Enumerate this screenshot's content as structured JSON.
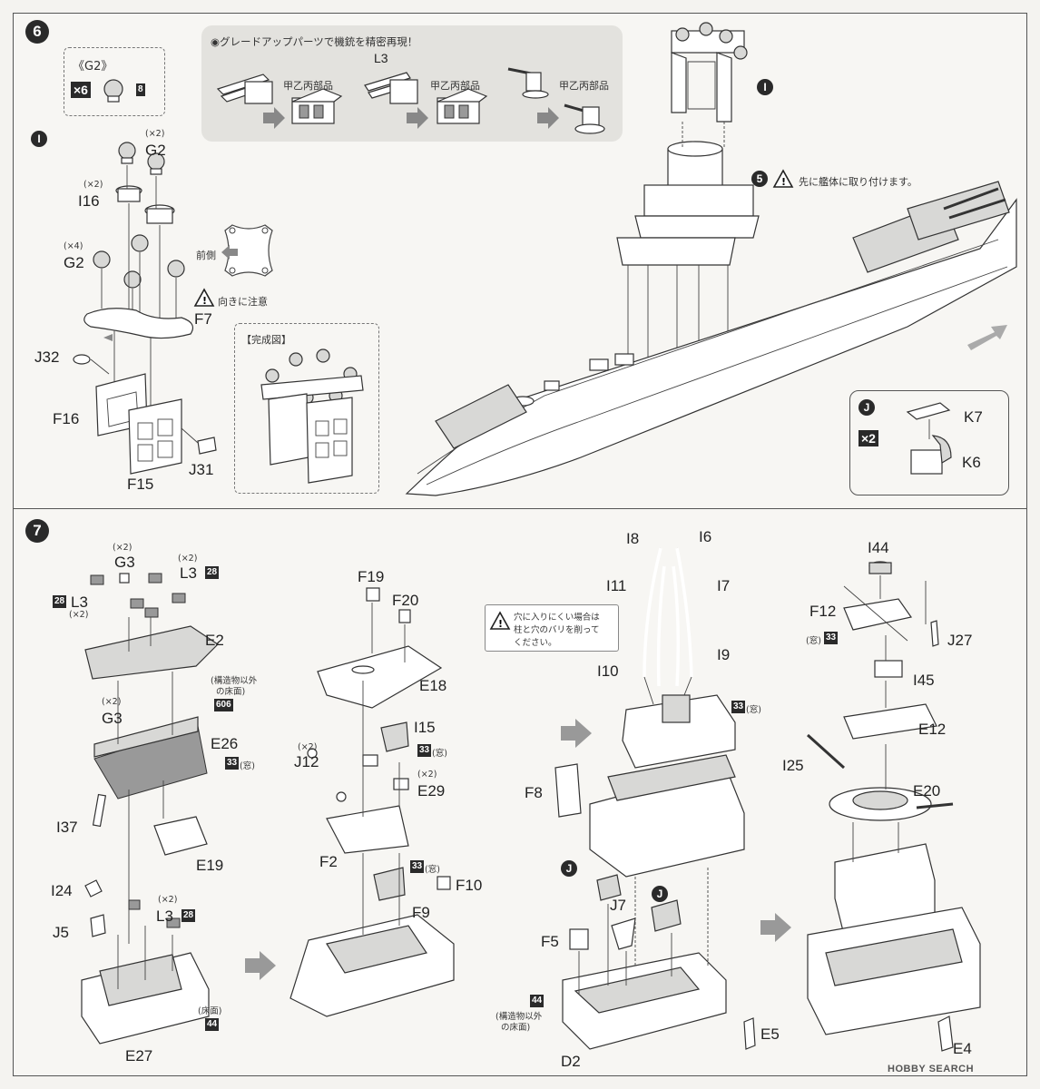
{
  "step6": {
    "number": "6",
    "g2_box": {
      "title": "《G2》",
      "multiplier": "×6",
      "ref": "8"
    },
    "grade_up": {
      "note": "◉グレードアップパーツで機銃を精密再現！",
      "l3_label": "L3",
      "parts_label": "甲乙丙部品"
    },
    "sub_i": "I",
    "labels": {
      "g2_top_qty": "(×2)",
      "g2_top": "G2",
      "i16_qty": "(×2)",
      "i16": "I16",
      "g2_left_qty": "(×4)",
      "g2_left": "G2",
      "f7": "F7",
      "j32": "J32",
      "f16": "F16",
      "f15": "F15",
      "j31": "J31"
    },
    "front_label": "前側",
    "orientation_note": "向きに注意",
    "complete_title": "【完成図】",
    "mast_circle": "I",
    "attach_step": "5",
    "attach_note": "先に艦体に取り付けます。",
    "kbox": {
      "circle": "J",
      "multiplier": "×2",
      "k7": "K7",
      "k6": "K6"
    }
  },
  "step7": {
    "number": "7",
    "col1": {
      "g3_qty": "(×2)",
      "g3": "G3",
      "l3r_qty": "(×2)",
      "l3r": "L3",
      "ref28a": "28",
      "ref28b": "28",
      "l3l": "L3",
      "l3l_qty": "(×2)",
      "e2": "E2",
      "deck_note_1": "(構造物以外",
      "deck_note_2": "の床面)",
      "ref606": "606",
      "g3b_qty": "(×2)",
      "g3b": "G3",
      "e26": "E26",
      "ref33": "33",
      "window": "(窓)",
      "i37": "I37",
      "e19": "E19",
      "i24": "I24",
      "l3c_qty": "(×2)",
      "l3c": "L3",
      "ref28c": "28",
      "j5": "J5",
      "floor_note": "(床面)",
      "ref44": "44",
      "e27": "E27"
    },
    "col2": {
      "f19": "F19",
      "f20": "F20",
      "e18": "E18",
      "i15": "I15",
      "ref33": "33",
      "window": "(窓)",
      "j12_qty": "(×2)",
      "j12": "J12",
      "e29_qty": "(×2)",
      "e29": "E29",
      "f2": "F2",
      "ref33b": "33",
      "window_b": "(窓)",
      "f10": "F10",
      "f9": "F9"
    },
    "col3": {
      "i8": "I8",
      "i6": "I6",
      "i11": "I11",
      "i7": "I7",
      "hole_note_1": "穴に入りにくい場合は",
      "hole_note_2": "柱と穴のバリを削って",
      "hole_note_3": "ください。",
      "i10": "I10",
      "i9": "I9",
      "ref33": "33",
      "window": "(窓)",
      "f8": "F8",
      "j_circle": "J",
      "j7": "J7",
      "j_circle_b": "J",
      "f5": "F5",
      "ref44": "44",
      "deck_note_1": "(構造物以外",
      "deck_note_2": "の床面)",
      "e5": "E5",
      "d2": "D2"
    },
    "col4": {
      "i44": "I44",
      "f12": "F12",
      "window": "(窓)",
      "ref33": "33",
      "j27": "J27",
      "i45": "I45",
      "e12": "E12",
      "i25": "I25",
      "e20": "E20",
      "e4": "E4"
    }
  },
  "watermark": "HOBBY SEARCH"
}
